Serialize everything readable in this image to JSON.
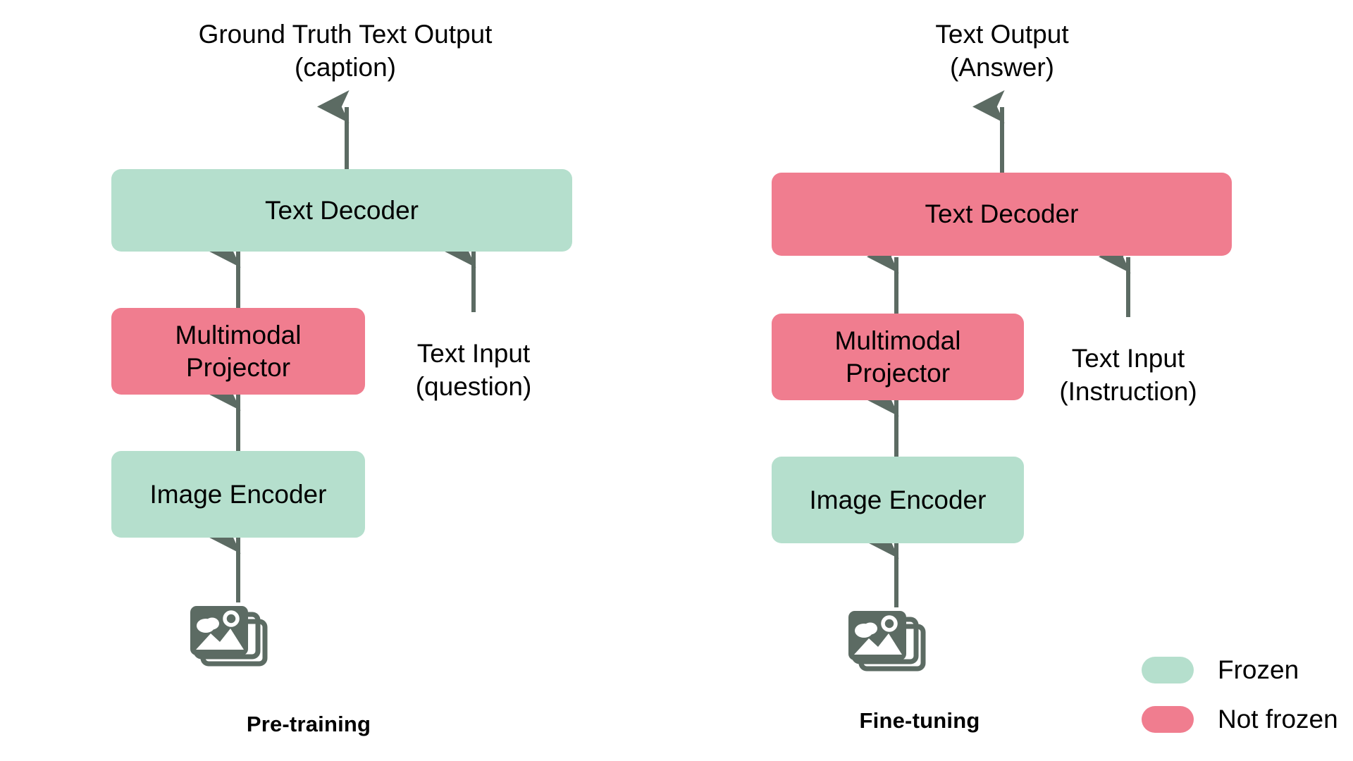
{
  "diagram": {
    "title_visible": false,
    "background": "#ffffff",
    "colors": {
      "frozen": "#b5dfcd",
      "not_frozen": "#f07d8f",
      "arrow": "#5c6b63",
      "icon": "#5c6b63",
      "text": "#000000"
    }
  },
  "columns": [
    {
      "id": "pre-training",
      "caption": "Pre-training",
      "output_label": "Ground Truth Text Output\n(caption)",
      "text_input_label": "Text Input\n(question)",
      "nodes": [
        {
          "id": "text-decoder",
          "label": "Text Decoder",
          "state": "Frozen"
        },
        {
          "id": "multimodal-projector",
          "label": "Multimodal\nProjector",
          "state": "Not frozen"
        },
        {
          "id": "image-encoder",
          "label": "Image Encoder",
          "state": "Frozen"
        }
      ],
      "image_input": "image-stack-icon"
    },
    {
      "id": "fine-tuning",
      "caption": "Fine-tuning",
      "output_label": "Text Output\n(Answer)",
      "text_input_label": "Text Input\n(Instruction)",
      "nodes": [
        {
          "id": "text-decoder",
          "label": "Text Decoder",
          "state": "Not frozen"
        },
        {
          "id": "multimodal-projector",
          "label": "Multimodal\nProjector",
          "state": "Not frozen"
        },
        {
          "id": "image-encoder",
          "label": "Image Encoder",
          "state": "Frozen"
        }
      ],
      "image_input": "image-stack-icon"
    }
  ],
  "legend": {
    "items": [
      {
        "label": "Frozen",
        "color": "#b5dfcd"
      },
      {
        "label": "Not frozen",
        "color": "#f07d8f"
      }
    ]
  }
}
